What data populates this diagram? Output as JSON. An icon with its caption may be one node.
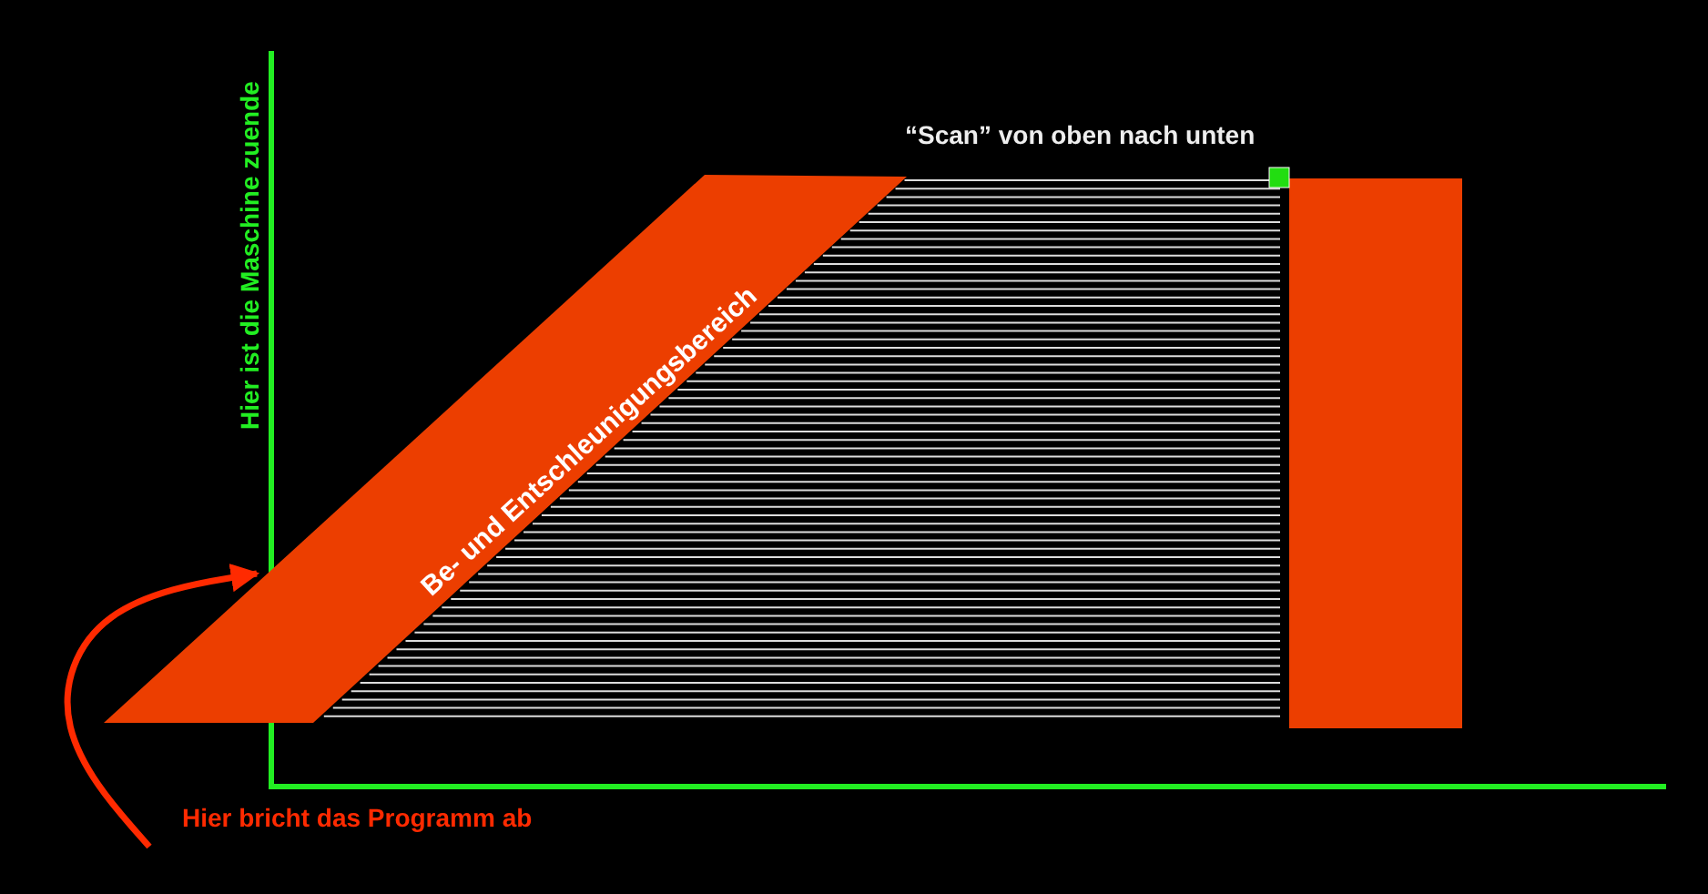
{
  "diagram": {
    "nodes": [
      {
        "text": [
          "Hier bricht das Programm ab"
        ]
      },
      {
        "text": [
          "Be- und Entschleunigungsbereich"
        ]
      },
      {
        "text": [],
        "shape": "box"
      }
    ],
    "edges": [
      {
        "from": 0,
        "to": 1,
        "arrow": "to",
        "color": "#ff2a00"
      }
    ],
    "labels": [
      "“Scan” von oben nach unten",
      "Hier ist die Maschine zuende"
    ]
  }
}
